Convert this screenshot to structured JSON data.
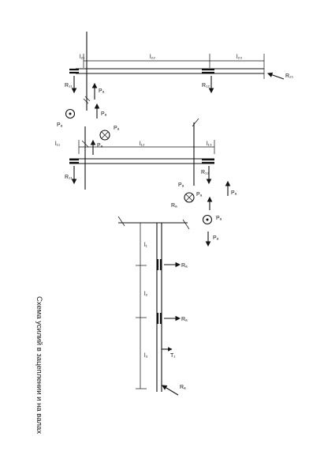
{
  "caption": "Схема усилий в зацеплении и на валах",
  "shaft1": {
    "dims": [
      "l₂₁",
      "l₂₂",
      "l₂₃"
    ],
    "reactions": [
      "R₁₁",
      "R₁₂",
      "R₂₁"
    ],
    "forces": [
      "Pₐ",
      "Pₐ",
      "Pₐ",
      "Pₐ"
    ]
  },
  "shaft2": {
    "dims": [
      "l₁₁",
      "l₁₂",
      "l₁₃"
    ],
    "reactions": [
      "R₁₁",
      "R₁₂"
    ],
    "forces": [
      "Pₐ",
      "Pₐ",
      "Pₐ",
      "Pₐ",
      "Pₐ",
      "Pₐ",
      "Rₐ",
      "Pₐ"
    ]
  },
  "shaft3": {
    "dims": [
      "l₁",
      "l₂",
      "l₃"
    ],
    "reactions": [
      "Rₐ",
      "Rₐ",
      "Rₐ"
    ],
    "torque": "T₁"
  }
}
